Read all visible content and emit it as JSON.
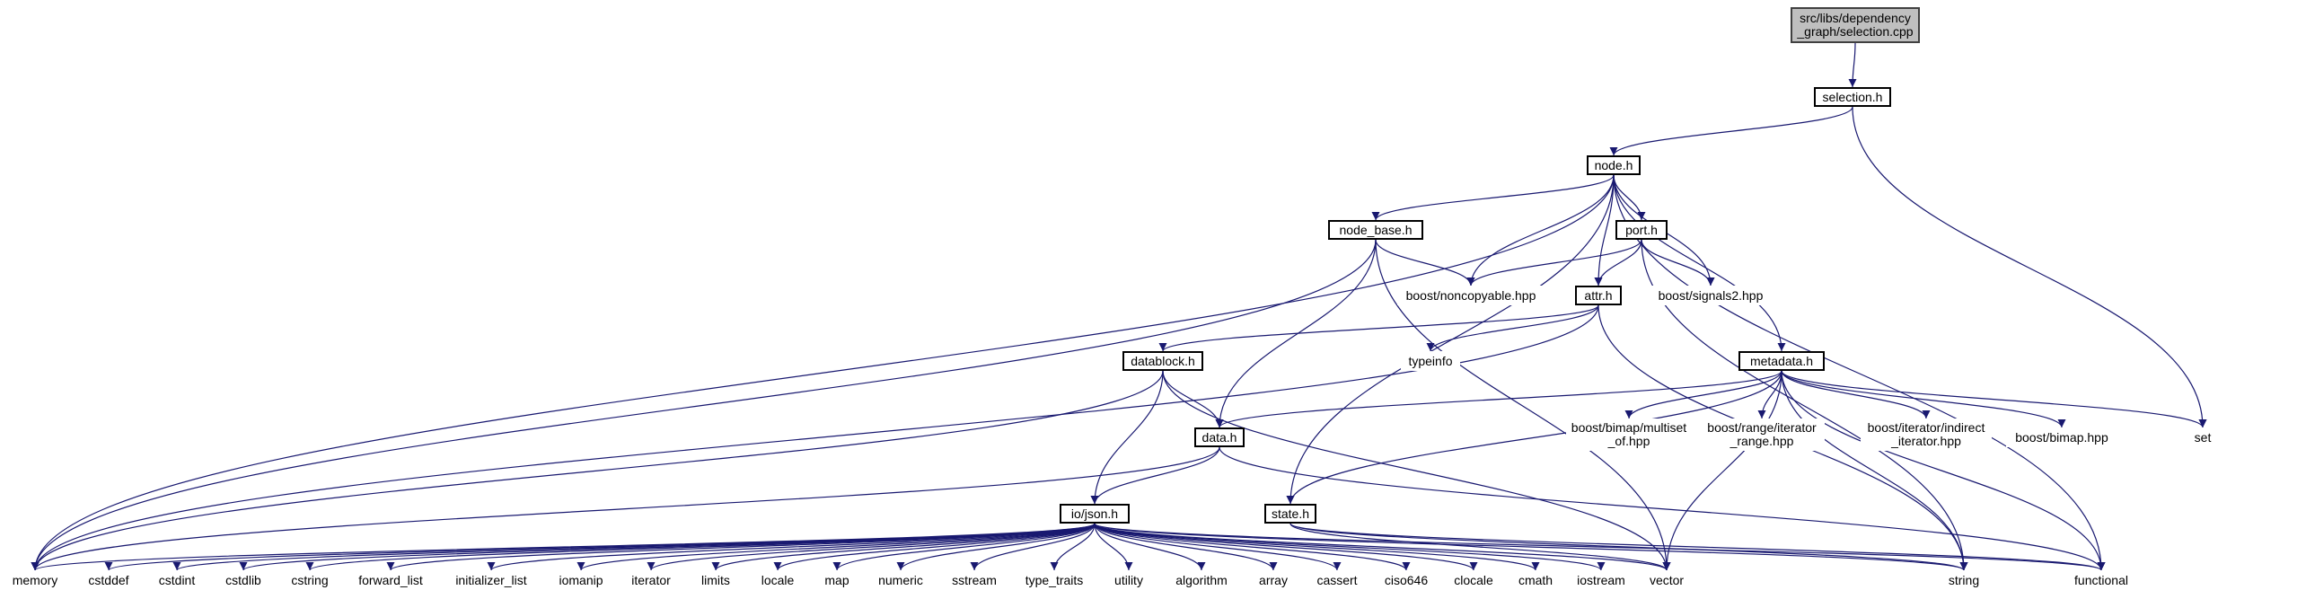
{
  "diagram": {
    "colors": {
      "edge": "#191970",
      "local_border": "#000000",
      "system_border": "#bfbfbf",
      "root_fill": "#bfbfbf"
    },
    "nodes": [
      {
        "id": "selection_cpp",
        "label": "src/libs/dependency\n_graph/selection.cpp",
        "kind": "root"
      },
      {
        "id": "selection_h",
        "label": "selection.h",
        "kind": "local"
      },
      {
        "id": "node_h",
        "label": "node.h",
        "kind": "local"
      },
      {
        "id": "node_base_h",
        "label": "node_base.h",
        "kind": "local"
      },
      {
        "id": "port_h",
        "label": "port.h",
        "kind": "local"
      },
      {
        "id": "attr_h",
        "label": "attr.h",
        "kind": "local"
      },
      {
        "id": "datablock_h",
        "label": "datablock.h",
        "kind": "local"
      },
      {
        "id": "metadata_h",
        "label": "metadata.h",
        "kind": "local"
      },
      {
        "id": "data_h",
        "label": "data.h",
        "kind": "local"
      },
      {
        "id": "state_h",
        "label": "state.h",
        "kind": "local"
      },
      {
        "id": "io_json_h",
        "label": "io/json.h",
        "kind": "local"
      },
      {
        "id": "noncopyable",
        "label": "boost/noncopyable.hpp",
        "kind": "system"
      },
      {
        "id": "signals2",
        "label": "boost/signals2.hpp",
        "kind": "system"
      },
      {
        "id": "typeinfo",
        "label": "typeinfo",
        "kind": "system"
      },
      {
        "id": "multiset_of",
        "label": "boost/bimap/multiset\n_of.hpp",
        "kind": "system"
      },
      {
        "id": "iterator_range",
        "label": "boost/range/iterator\n_range.hpp",
        "kind": "system"
      },
      {
        "id": "indirect_iterator",
        "label": "boost/iterator/indirect\n_iterator.hpp",
        "kind": "system"
      },
      {
        "id": "bimap",
        "label": "boost/bimap.hpp",
        "kind": "system"
      },
      {
        "id": "set",
        "label": "set",
        "kind": "system"
      },
      {
        "id": "memory",
        "label": "memory",
        "kind": "system"
      },
      {
        "id": "cstddef",
        "label": "cstddef",
        "kind": "system"
      },
      {
        "id": "cstdint",
        "label": "cstdint",
        "kind": "system"
      },
      {
        "id": "cstdlib",
        "label": "cstdlib",
        "kind": "system"
      },
      {
        "id": "cstring",
        "label": "cstring",
        "kind": "system"
      },
      {
        "id": "forward_list",
        "label": "forward_list",
        "kind": "system"
      },
      {
        "id": "initializer_list",
        "label": "initializer_list",
        "kind": "system"
      },
      {
        "id": "iomanip",
        "label": "iomanip",
        "kind": "system"
      },
      {
        "id": "iterator",
        "label": "iterator",
        "kind": "system"
      },
      {
        "id": "limits",
        "label": "limits",
        "kind": "system"
      },
      {
        "id": "locale",
        "label": "locale",
        "kind": "system"
      },
      {
        "id": "map",
        "label": "map",
        "kind": "system"
      },
      {
        "id": "numeric",
        "label": "numeric",
        "kind": "system"
      },
      {
        "id": "sstream",
        "label": "sstream",
        "kind": "system"
      },
      {
        "id": "type_traits",
        "label": "type_traits",
        "kind": "system"
      },
      {
        "id": "utility",
        "label": "utility",
        "kind": "system"
      },
      {
        "id": "algorithm",
        "label": "algorithm",
        "kind": "system"
      },
      {
        "id": "array",
        "label": "array",
        "kind": "system"
      },
      {
        "id": "cassert",
        "label": "cassert",
        "kind": "system"
      },
      {
        "id": "ciso646",
        "label": "ciso646",
        "kind": "system"
      },
      {
        "id": "clocale",
        "label": "clocale",
        "kind": "system"
      },
      {
        "id": "cmath",
        "label": "cmath",
        "kind": "system"
      },
      {
        "id": "iostream",
        "label": "iostream",
        "kind": "system"
      },
      {
        "id": "vector",
        "label": "vector",
        "kind": "system"
      },
      {
        "id": "string",
        "label": "string",
        "kind": "system"
      },
      {
        "id": "functional",
        "label": "functional",
        "kind": "system"
      }
    ],
    "edges": [
      [
        "selection_cpp",
        "selection_h"
      ],
      [
        "selection_h",
        "node_h"
      ],
      [
        "selection_h",
        "set"
      ],
      [
        "node_h",
        "memory"
      ],
      [
        "node_h",
        "node_base_h"
      ],
      [
        "node_h",
        "noncopyable"
      ],
      [
        "node_h",
        "port_h"
      ],
      [
        "node_h",
        "attr_h"
      ],
      [
        "node_h",
        "signals2"
      ],
      [
        "node_h",
        "state_h"
      ],
      [
        "node_h",
        "metadata_h"
      ],
      [
        "node_h",
        "functional"
      ],
      [
        "node_base_h",
        "memory"
      ],
      [
        "node_base_h",
        "noncopyable"
      ],
      [
        "node_base_h",
        "data_h"
      ],
      [
        "node_base_h",
        "vector"
      ],
      [
        "port_h",
        "noncopyable"
      ],
      [
        "port_h",
        "attr_h"
      ],
      [
        "port_h",
        "signals2"
      ],
      [
        "port_h",
        "string"
      ],
      [
        "attr_h",
        "memory"
      ],
      [
        "attr_h",
        "datablock_h"
      ],
      [
        "attr_h",
        "typeinfo"
      ],
      [
        "attr_h",
        "string"
      ],
      [
        "datablock_h",
        "memory"
      ],
      [
        "datablock_h",
        "data_h"
      ],
      [
        "datablock_h",
        "io_json_h"
      ],
      [
        "datablock_h",
        "vector"
      ],
      [
        "metadata_h",
        "data_h"
      ],
      [
        "metadata_h",
        "state_h"
      ],
      [
        "metadata_h",
        "multiset_of"
      ],
      [
        "metadata_h",
        "iterator_range"
      ],
      [
        "metadata_h",
        "indirect_iterator"
      ],
      [
        "metadata_h",
        "bimap"
      ],
      [
        "metadata_h",
        "set"
      ],
      [
        "metadata_h",
        "functional"
      ],
      [
        "metadata_h",
        "vector"
      ],
      [
        "metadata_h",
        "string"
      ],
      [
        "data_h",
        "memory"
      ],
      [
        "data_h",
        "io_json_h"
      ],
      [
        "data_h",
        "functional"
      ],
      [
        "state_h",
        "vector"
      ],
      [
        "state_h",
        "string"
      ],
      [
        "state_h",
        "functional"
      ],
      [
        "io_json_h",
        "memory"
      ],
      [
        "io_json_h",
        "cstddef"
      ],
      [
        "io_json_h",
        "cstdint"
      ],
      [
        "io_json_h",
        "cstdlib"
      ],
      [
        "io_json_h",
        "cstring"
      ],
      [
        "io_json_h",
        "forward_list"
      ],
      [
        "io_json_h",
        "initializer_list"
      ],
      [
        "io_json_h",
        "iomanip"
      ],
      [
        "io_json_h",
        "iterator"
      ],
      [
        "io_json_h",
        "limits"
      ],
      [
        "io_json_h",
        "locale"
      ],
      [
        "io_json_h",
        "map"
      ],
      [
        "io_json_h",
        "numeric"
      ],
      [
        "io_json_h",
        "sstream"
      ],
      [
        "io_json_h",
        "type_traits"
      ],
      [
        "io_json_h",
        "utility"
      ],
      [
        "io_json_h",
        "algorithm"
      ],
      [
        "io_json_h",
        "array"
      ],
      [
        "io_json_h",
        "cassert"
      ],
      [
        "io_json_h",
        "ciso646"
      ],
      [
        "io_json_h",
        "clocale"
      ],
      [
        "io_json_h",
        "cmath"
      ],
      [
        "io_json_h",
        "iostream"
      ],
      [
        "io_json_h",
        "vector"
      ],
      [
        "io_json_h",
        "string"
      ],
      [
        "io_json_h",
        "functional"
      ]
    ]
  }
}
